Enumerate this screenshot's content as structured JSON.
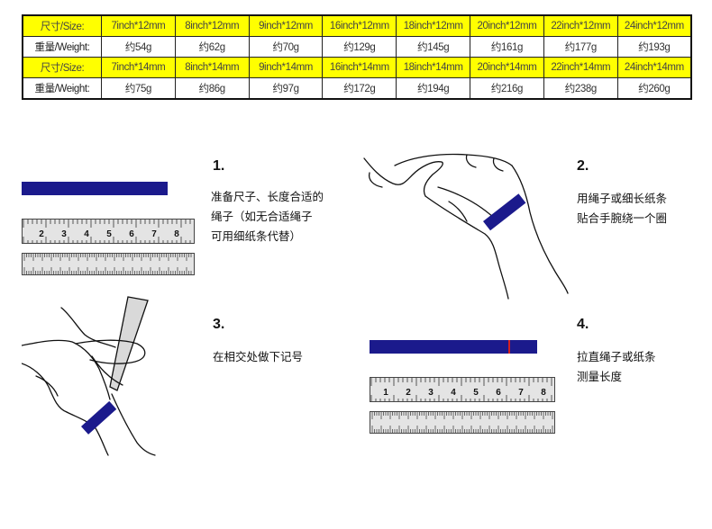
{
  "size_table": {
    "rows": [
      {
        "kind": "size",
        "label": "尺寸/Size:",
        "cells": [
          "7inch*12mm",
          "8inch*12mm",
          "9inch*12mm",
          "16inch*12mm",
          "18inch*12mm",
          "20inch*12mm",
          "22inch*12mm",
          "24inch*12mm"
        ]
      },
      {
        "kind": "weight",
        "label": "重量/Weight:",
        "cells": [
          "约54g",
          "约62g",
          "约70g",
          "约129g",
          "约145g",
          "约161g",
          "约177g",
          "约193g"
        ]
      },
      {
        "kind": "size",
        "label": "尺寸/Size:",
        "cells": [
          "7inch*14mm",
          "8inch*14mm",
          "9inch*14mm",
          "16inch*14mm",
          "18inch*14mm",
          "20inch*14mm",
          "22inch*14mm",
          "24inch*14mm"
        ]
      },
      {
        "kind": "weight",
        "label": "重量/Weight:",
        "cells": [
          "约75g",
          "约86g",
          "约97g",
          "约172g",
          "约194g",
          "约216g",
          "约238g",
          "约260g"
        ]
      }
    ]
  },
  "steps": [
    {
      "number": "1.",
      "lines": [
        "准备尺子、长度合适的",
        "绳子（如无合适绳子",
        "可用细纸条代替）"
      ]
    },
    {
      "number": "2.",
      "lines": [
        "用绳子或细长纸条",
        "贴合手腕绕一个圈"
      ]
    },
    {
      "number": "3.",
      "lines": [
        "在相交处做下记号"
      ]
    },
    {
      "number": "4.",
      "lines": [
        "拉直绳子或纸条",
        "测量长度"
      ]
    }
  ],
  "ruler1_numbers": [
    "2",
    "3",
    "4",
    "5",
    "6",
    "7",
    "8"
  ],
  "ruler2_numbers": [
    "1",
    "2",
    "3",
    "4",
    "5",
    "6",
    "7",
    "8"
  ],
  "colors": {
    "highlight": "#ffff00",
    "strap": "#1b1a8c",
    "marker": "#d42020"
  }
}
